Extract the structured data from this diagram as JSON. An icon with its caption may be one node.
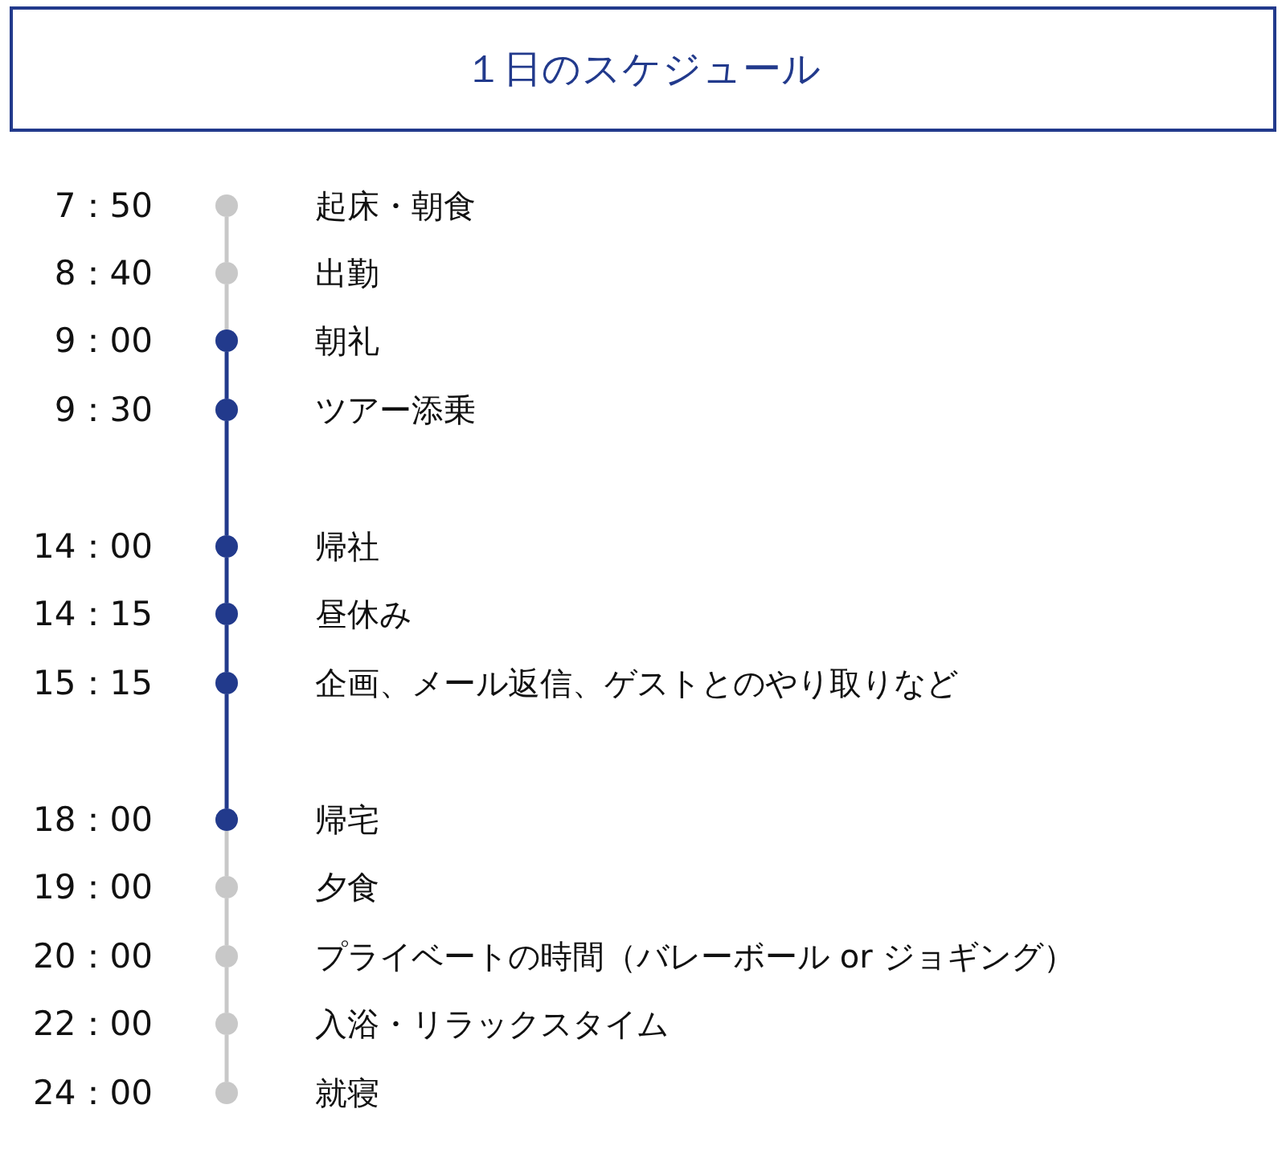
{
  "diagram": {
    "title": "１日のスケジュール",
    "nodes": [
      {
        "text": [],
        "shape": "circle",
        "beside": [
          "7：50",
          "起床・朝食"
        ]
      },
      {
        "text": [],
        "shape": "circle",
        "beside": [
          "8：40",
          "出勤"
        ]
      },
      {
        "text": [],
        "shape": "circle",
        "beside": [
          "9：00",
          "朝礼"
        ]
      },
      {
        "text": [],
        "shape": "circle",
        "beside": [
          "9：30",
          "ツアー添乗"
        ]
      },
      {
        "text": [],
        "shape": "circle",
        "beside": [
          "14：00",
          "帰社"
        ]
      },
      {
        "text": [],
        "shape": "circle",
        "beside": [
          "14：15",
          "昼休み"
        ]
      },
      {
        "text": [],
        "shape": "circle",
        "beside": [
          "15：15",
          "企画、メール返信、ゲストとのやり取りなど"
        ]
      },
      {
        "text": [],
        "shape": "circle",
        "beside": [
          "18：00",
          "帰宅"
        ]
      },
      {
        "text": [],
        "shape": "circle",
        "beside": [
          "19：00",
          "夕食"
        ]
      },
      {
        "text": [],
        "shape": "circle",
        "beside": [
          "20：00",
          "プライベートの時間（バレーボール or ジョギング）"
        ]
      },
      {
        "text": [],
        "shape": "circle",
        "beside": [
          "22：00",
          "入浴・リラックスタイム"
        ]
      },
      {
        "text": [],
        "shape": "circle",
        "beside": [
          "24：00",
          "就寝"
        ]
      }
    ],
    "edges": [
      {
        "from": 0,
        "to": 1,
        "arrow": "none"
      },
      {
        "from": 1,
        "to": 2,
        "arrow": "none"
      },
      {
        "from": 2,
        "to": 3,
        "arrow": "none",
        "color": "#223a8c"
      },
      {
        "from": 3,
        "to": 4,
        "arrow": "none",
        "color": "#223a8c"
      },
      {
        "from": 4,
        "to": 5,
        "arrow": "none",
        "color": "#223a8c"
      },
      {
        "from": 5,
        "to": 6,
        "arrow": "none",
        "color": "#223a8c"
      },
      {
        "from": 6,
        "to": 7,
        "arrow": "none",
        "color": "#223a8c"
      },
      {
        "from": 7,
        "to": 8,
        "arrow": "none"
      },
      {
        "from": 8,
        "to": 9,
        "arrow": "none"
      },
      {
        "from": 9,
        "to": 10,
        "arrow": "none"
      },
      {
        "from": 10,
        "to": 11,
        "arrow": "none"
      }
    ]
  }
}
